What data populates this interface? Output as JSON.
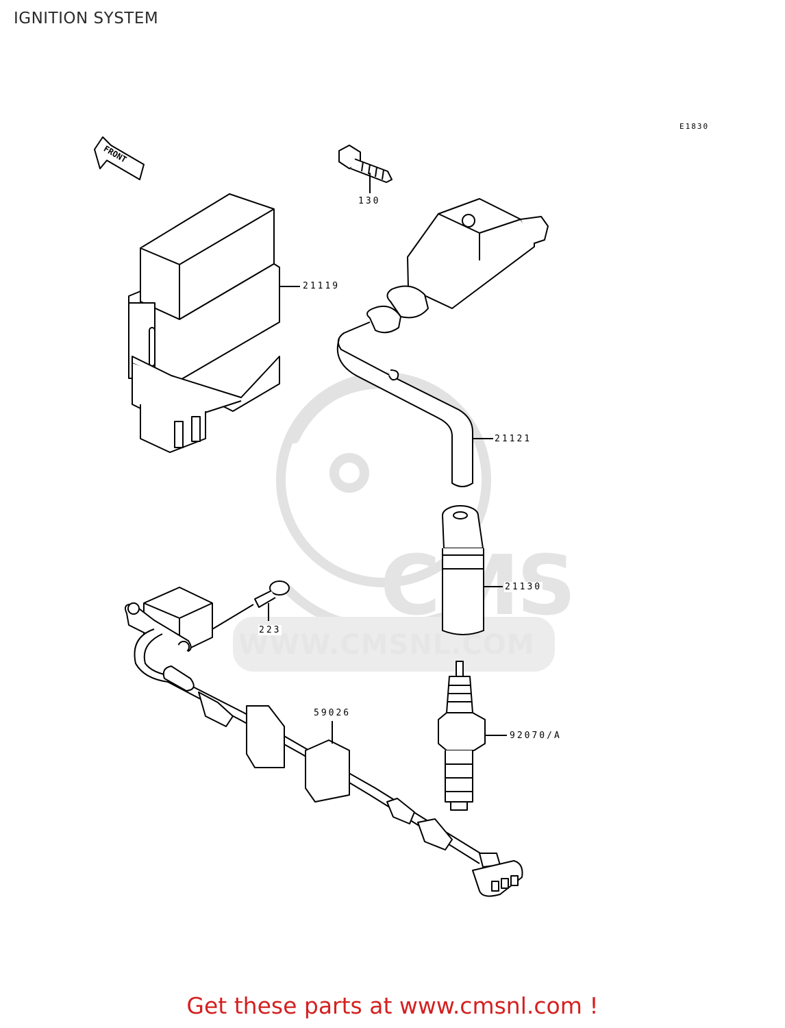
{
  "page": {
    "title": "IGNITION SYSTEM",
    "diagram_code": "E1830",
    "footer_promo": "Get these parts at www.cmsnl.com !"
  },
  "watermark": {
    "logo_text": "CMS",
    "url_text": "WWW.CMSNL.COM"
  },
  "direction_marker": {
    "label": "FRONT"
  },
  "callouts": [
    {
      "part_number": "130"
    },
    {
      "part_number": "21119"
    },
    {
      "part_number": "21121"
    },
    {
      "part_number": "21130"
    },
    {
      "part_number": "223"
    },
    {
      "part_number": "59026"
    },
    {
      "part_number": "92070/A"
    }
  ]
}
